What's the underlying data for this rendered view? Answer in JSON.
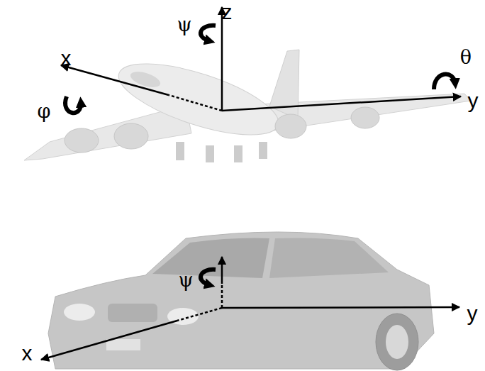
{
  "diagram": {
    "labels": [
      "z",
      "ψ",
      "x",
      "θ",
      "φ",
      "y",
      "ψ",
      "y",
      "x"
    ]
  }
}
